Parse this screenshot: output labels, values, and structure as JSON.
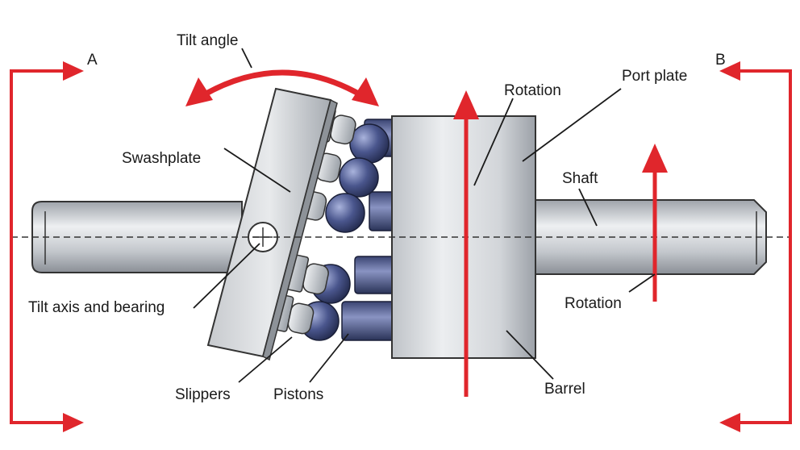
{
  "diagram": {
    "labels": {
      "tilt_angle": "Tilt angle",
      "section_a": "A",
      "section_b": "B",
      "rotation_top": "Rotation",
      "port_plate": "Port plate",
      "swashplate": "Swashplate",
      "shaft": "Shaft",
      "tilt_axis": "Tilt axis and bearing",
      "rotation_bottom": "Rotation",
      "slippers": "Slippers",
      "pistons": "Pistons",
      "barrel": "Barrel"
    },
    "colors": {
      "arrow_red": "#e0262c",
      "metal_light": "#e2e4e7",
      "metal_mid": "#b9bdc3",
      "metal_dark": "#7e838a",
      "piston_dark": "#2a3358",
      "piston_light": "#7b86b8",
      "outline": "#222222"
    }
  }
}
